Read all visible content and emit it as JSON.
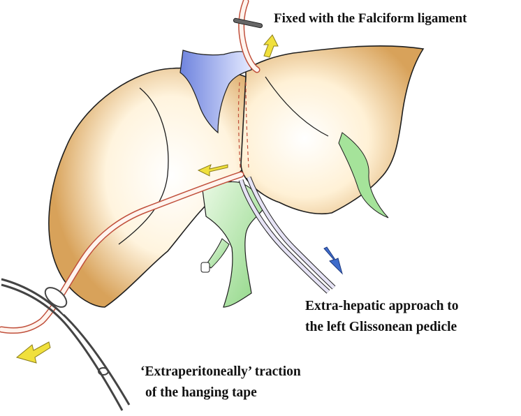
{
  "labels": {
    "falciform": "Fixed with the Falciform ligament",
    "extrahepatic_line1": "Extra-hepatic approach to",
    "extrahepatic_line2": "the left Glissonean pedicle",
    "traction_line1": "‘Extraperitoneally’ traction",
    "traction_line2": "of the hanging tape"
  },
  "colors": {
    "liver_edge": "#c89650",
    "liver_light": "#fff4de",
    "vein": "#7c8ee0",
    "portal": "#a5e39a",
    "tape": "#c0503c",
    "catheter": "#b8b4d8",
    "arrow_yellow": "#f0e03c",
    "arrow_blue": "#3f6ccb",
    "clamp": "#444444",
    "outline": "#1e1e1e"
  }
}
